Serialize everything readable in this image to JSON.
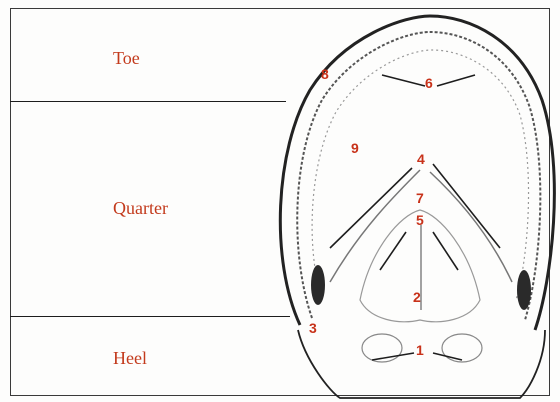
{
  "regions": {
    "toe": "Toe",
    "quarter": "Quarter",
    "heel": "Heel"
  },
  "callouts": {
    "n1": "1",
    "n2": "2",
    "n3": "3",
    "n4": "4",
    "n5": "5",
    "n6": "6",
    "n7": "7",
    "n8": "8",
    "n9": "9"
  },
  "colors": {
    "label": "#c33a1c",
    "number": "#c8321a",
    "line": "#1d1d1d"
  }
}
